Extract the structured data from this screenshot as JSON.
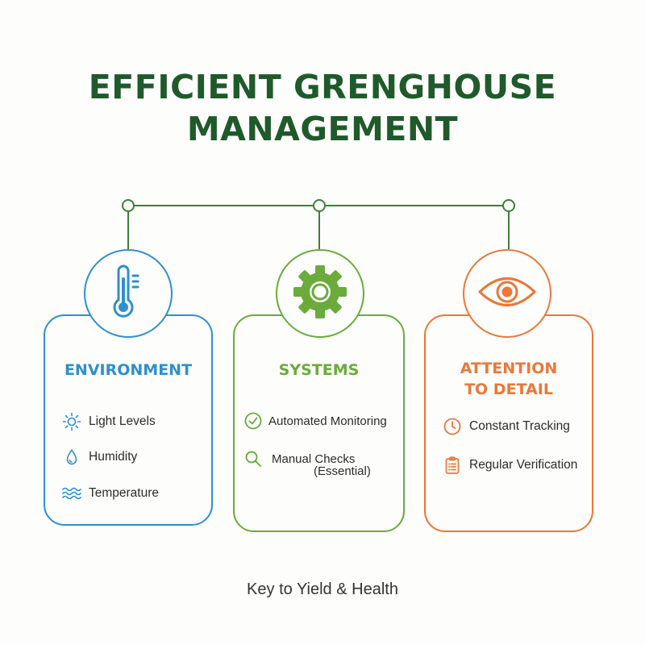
{
  "title": {
    "line1": "EFFICIENT GRENGHOUSE",
    "line2": "MANAGEMENT"
  },
  "colors": {
    "title": "#1f5a2a",
    "environment": "#2f8fcf",
    "systems": "#6aab3b",
    "attention": "#e9783a",
    "connector": "#3f7f3a"
  },
  "cards": {
    "environment": {
      "icon": "thermometer-icon",
      "title": "ENVIRONMENT",
      "items": [
        {
          "icon": "sun-icon",
          "label": "Light Levels"
        },
        {
          "icon": "water-drop-icon",
          "label": "Humidity"
        },
        {
          "icon": "waves-icon",
          "label": "Temperature"
        }
      ]
    },
    "systems": {
      "icon": "gear-icon",
      "title": "SYSTEMS",
      "items": [
        {
          "icon": "check-circle-icon",
          "label": "Automated Monitoring"
        },
        {
          "icon": "magnifier-icon",
          "label": "Manual Checks",
          "sub": "(Essential)"
        }
      ]
    },
    "attention": {
      "icon": "eye-icon",
      "title_line1": "ATTENTION",
      "title_line2": "TO DETAIL",
      "items": [
        {
          "icon": "clock-icon",
          "label": "Constant Tracking"
        },
        {
          "icon": "clipboard-icon",
          "label": "Regular Verification"
        }
      ]
    }
  },
  "footer": "Key to Yield & Health"
}
